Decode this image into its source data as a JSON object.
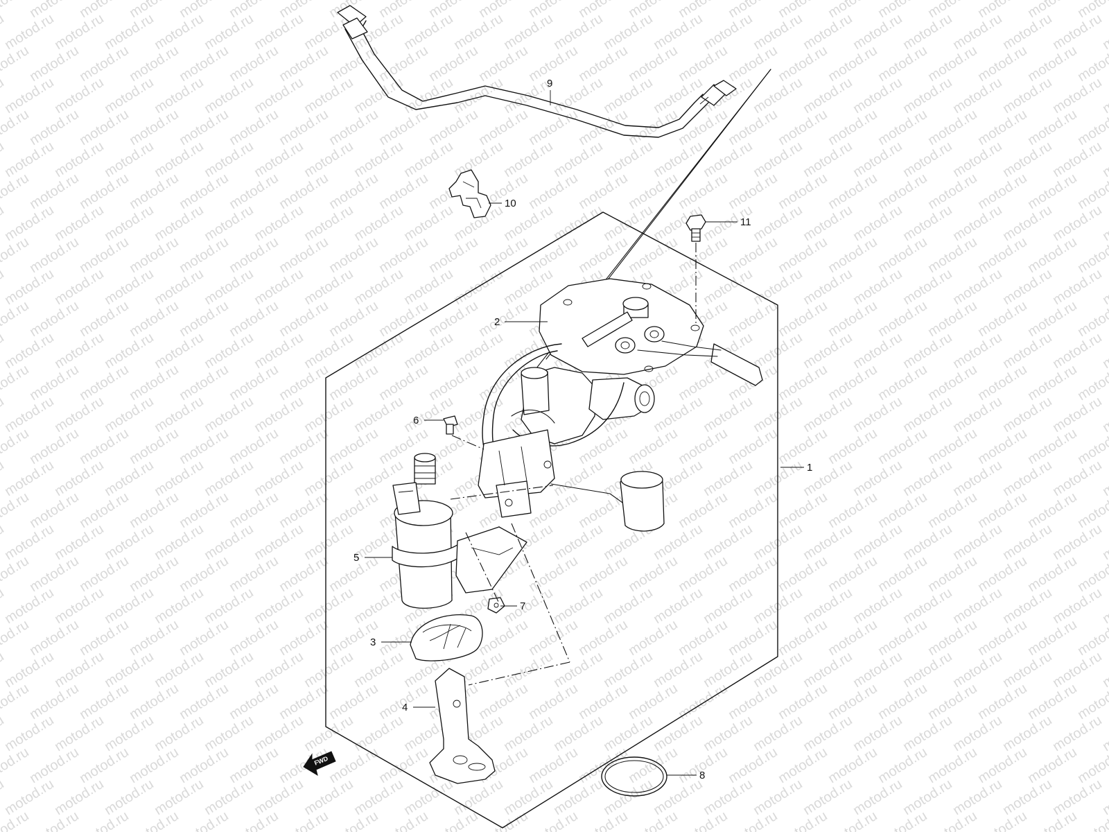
{
  "watermark": "motod.ru",
  "direction_badge": "FWD",
  "callouts": [
    "1",
    "2",
    "3",
    "4",
    "5",
    "6",
    "7",
    "8",
    "9",
    "10",
    "11"
  ],
  "colors": {
    "line": "#111111",
    "watermark": "#d9d9d9",
    "background": "#ffffff"
  }
}
